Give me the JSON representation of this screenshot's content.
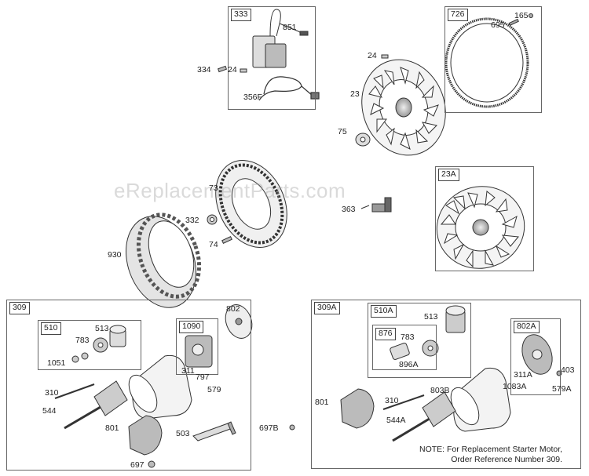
{
  "watermark": "eReplacementParts.com",
  "boxes": {
    "b333": "333",
    "b726": "726",
    "b23A": "23A",
    "b309": "309",
    "b510": "510",
    "b1090": "1090",
    "b309A": "309A",
    "b510A": "510A",
    "b876": "876",
    "b802A": "802A"
  },
  "labels": {
    "p851": "851",
    "p334": "334",
    "p24a": "24",
    "p356F": "356F",
    "p24b": "24",
    "p23": "23",
    "p75": "75",
    "p165": "165",
    "p695": "695",
    "p73": "73",
    "p332": "332",
    "p74": "74",
    "p930": "930",
    "p363": "363",
    "p802": "802",
    "p513a": "513",
    "p783a": "783",
    "p1051": "1051",
    "p311": "311",
    "p797": "797",
    "p579": "579",
    "p310a": "310",
    "p544": "544",
    "p801a": "801",
    "p503": "503",
    "p697B": "697B",
    "p697": "697",
    "p513b": "513",
    "p783b": "783",
    "p896A": "896A",
    "p311A": "311A",
    "p403": "403",
    "p1083A": "1083A",
    "p579A": "579A",
    "p803B": "803B",
    "p310b": "310",
    "p544A": "544A",
    "p801b": "801"
  },
  "note": {
    "line1": "NOTE: For Replacement Starter Motor,",
    "line2": "Order Reference Number 309."
  }
}
